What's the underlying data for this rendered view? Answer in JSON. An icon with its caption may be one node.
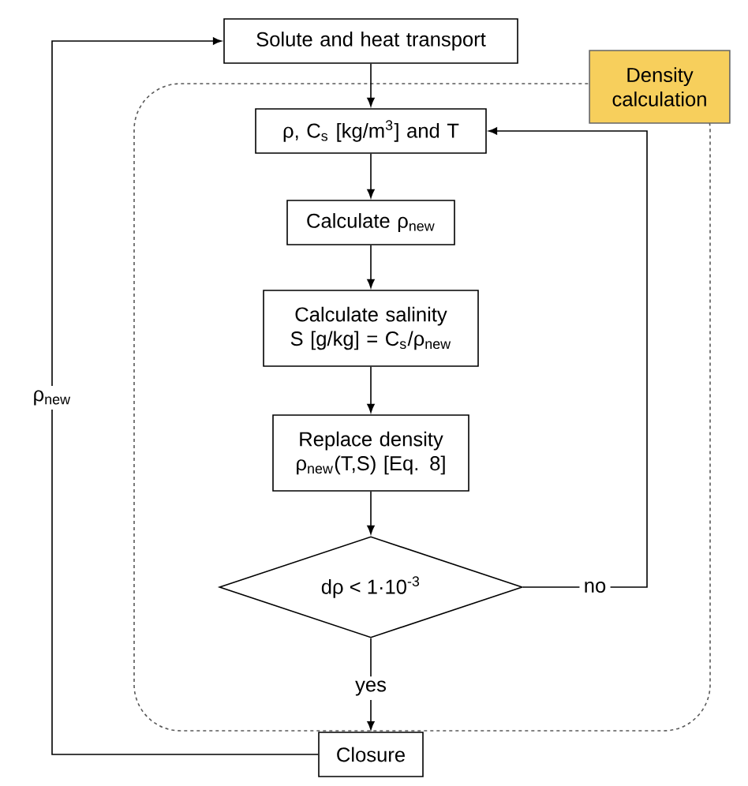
{
  "diagram": {
    "nodes": [
      {
        "text": [
          "Solute and heat transport"
        ]
      },
      {
        "text": [
          "Density calculation"
        ]
      },
      {
        "text": [
          "ρ, C$_{s}$ [kg/m$^{3}$] and T"
        ],
        "in": 1
      },
      {
        "text": [
          "Calculate ρ$_{new}$"
        ],
        "in": 1
      },
      {
        "text": [
          "Calculate salinity S [g/kg] = C$_{s}$/ρ$_{new}$"
        ],
        "in": 1
      },
      {
        "text": [
          "Replace density ρ$_{new}$(T,S) [Eq. 8]"
        ],
        "in": 1
      },
      {
        "text": [
          "dρ < 1·10$^{-3}$"
        ],
        "in": 1
      },
      {
        "text": [
          "Closure"
        ]
      }
    ],
    "edges": [
      {
        "from": 0,
        "to": 2,
        "arrow": "to"
      },
      {
        "from": 2,
        "to": 3,
        "arrow": "to"
      },
      {
        "from": 3,
        "to": 4,
        "arrow": "to"
      },
      {
        "from": 4,
        "to": 5,
        "arrow": "to"
      },
      {
        "from": 5,
        "to": 6,
        "arrow": "to"
      },
      {
        "from": 6,
        "to": 7,
        "arrow": "to",
        "label": "yes"
      },
      {
        "from": 6,
        "to": 2,
        "arrow": "to",
        "label": "no"
      },
      {
        "from": 7,
        "to": 0,
        "arrow": "to",
        "label": "ρ$_{new}$"
      }
    ]
  }
}
